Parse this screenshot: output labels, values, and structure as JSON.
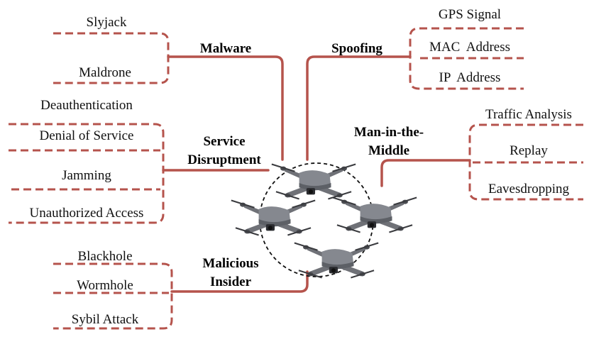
{
  "categories": {
    "malware": "Malware",
    "spoofing": "Spoofing",
    "service_disruption": [
      "Service",
      "Disruptment"
    ],
    "mitm": [
      "Man-in-the-",
      "Middle"
    ],
    "malicious_insider": [
      "Malicious",
      "Insider"
    ]
  },
  "attacks": {
    "malware": [
      "Slyjack",
      "Maldrone"
    ],
    "spoofing": [
      "GPS Signal",
      "MAC  Address",
      "IP  Address"
    ],
    "service_disruption": [
      "Deauthentication",
      "Denial of Service",
      "Jamming",
      "Unauthorized Access"
    ],
    "mitm": [
      "Traffic Analysis",
      "Replay",
      "Eavesdropping"
    ],
    "malicious_insider": [
      "Blackhole",
      "Wormhole",
      "Sybil Attack"
    ]
  },
  "colors": {
    "connector": "#b5534c",
    "circle": "#111111",
    "drone": "#6f7177"
  },
  "icons": [
    "drone-icon"
  ]
}
